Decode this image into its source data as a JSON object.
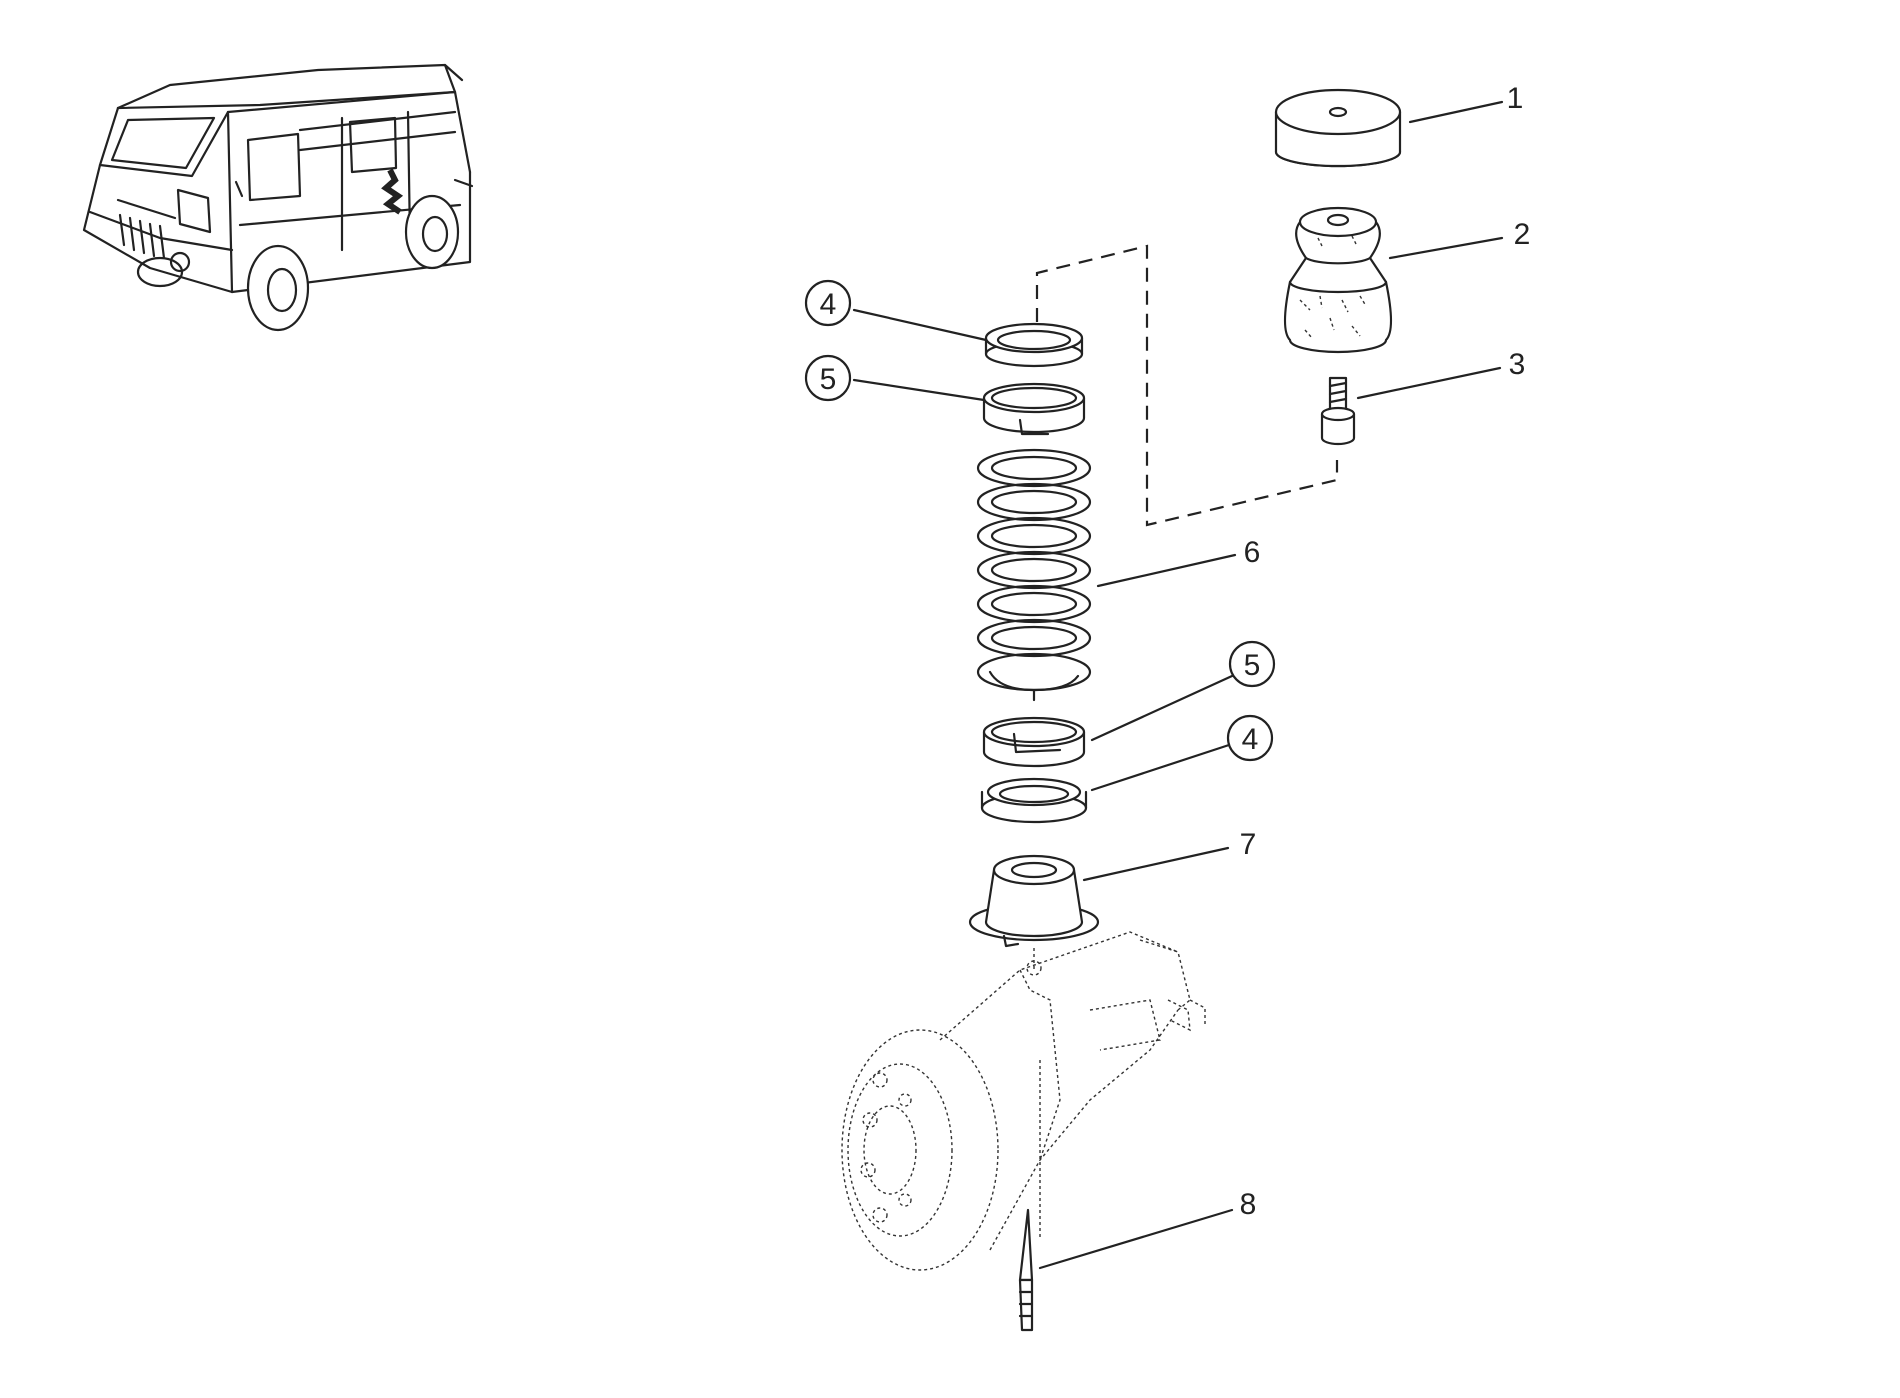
{
  "callouts": [
    {
      "id": "c1",
      "text": "1",
      "circled": false
    },
    {
      "id": "c2",
      "text": "2",
      "circled": false
    },
    {
      "id": "c3",
      "text": "3",
      "circled": false
    },
    {
      "id": "c4a",
      "text": "4",
      "circled": true
    },
    {
      "id": "c5a",
      "text": "5",
      "circled": true
    },
    {
      "id": "c6",
      "text": "6",
      "circled": false
    },
    {
      "id": "c5b",
      "text": "5",
      "circled": true
    },
    {
      "id": "c4b",
      "text": "4",
      "circled": true
    },
    {
      "id": "c7",
      "text": "7",
      "circled": false
    },
    {
      "id": "c8",
      "text": "8",
      "circled": false
    }
  ]
}
